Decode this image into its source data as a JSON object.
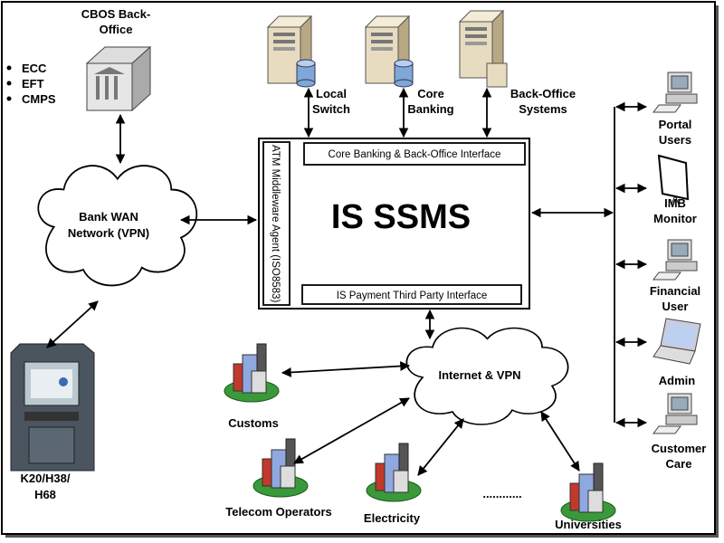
{
  "core": {
    "title": "IS SSMS",
    "top_interface": "Core Banking & Back-Office Interface",
    "bottom_interface": "IS Payment Third Party Interface",
    "side_agent": "ATM Middleware Agent (ISO8583)"
  },
  "cbos": {
    "label_line1": "CBOS Back-",
    "label_line2": "Office",
    "bullets": [
      "ECC",
      "EFT",
      "CMPS"
    ]
  },
  "servers": [
    {
      "line1": "Local",
      "line2": "Switch"
    },
    {
      "line1": "Core",
      "line2": "Banking"
    },
    {
      "line1": "Back-Office",
      "line2": "Systems"
    }
  ],
  "bank_wan": {
    "line1": "Bank WAN",
    "line2": "Network (VPN)"
  },
  "atm": {
    "line1": "K20/H38/",
    "line2": "H68"
  },
  "internet": {
    "label": "Internet & VPN"
  },
  "third_parties": [
    "Customs",
    "Telecom Operators",
    "Electricity",
    "Universities"
  ],
  "ellipsis": "............",
  "users": [
    {
      "line1": "Portal",
      "line2": "Users"
    },
    {
      "line1": "IMB",
      "line2": "Monitor"
    },
    {
      "line1": "Financial",
      "line2": "User"
    },
    {
      "line1": "Admin",
      "line2": ""
    },
    {
      "line1": "Customer",
      "line2": "Care"
    }
  ],
  "colors": {
    "server": "#e8dcc0",
    "db": "#7fa7d8",
    "building": "#8fa8e0",
    "base": "#3a9a3a",
    "accent_red": "#c0392b"
  }
}
